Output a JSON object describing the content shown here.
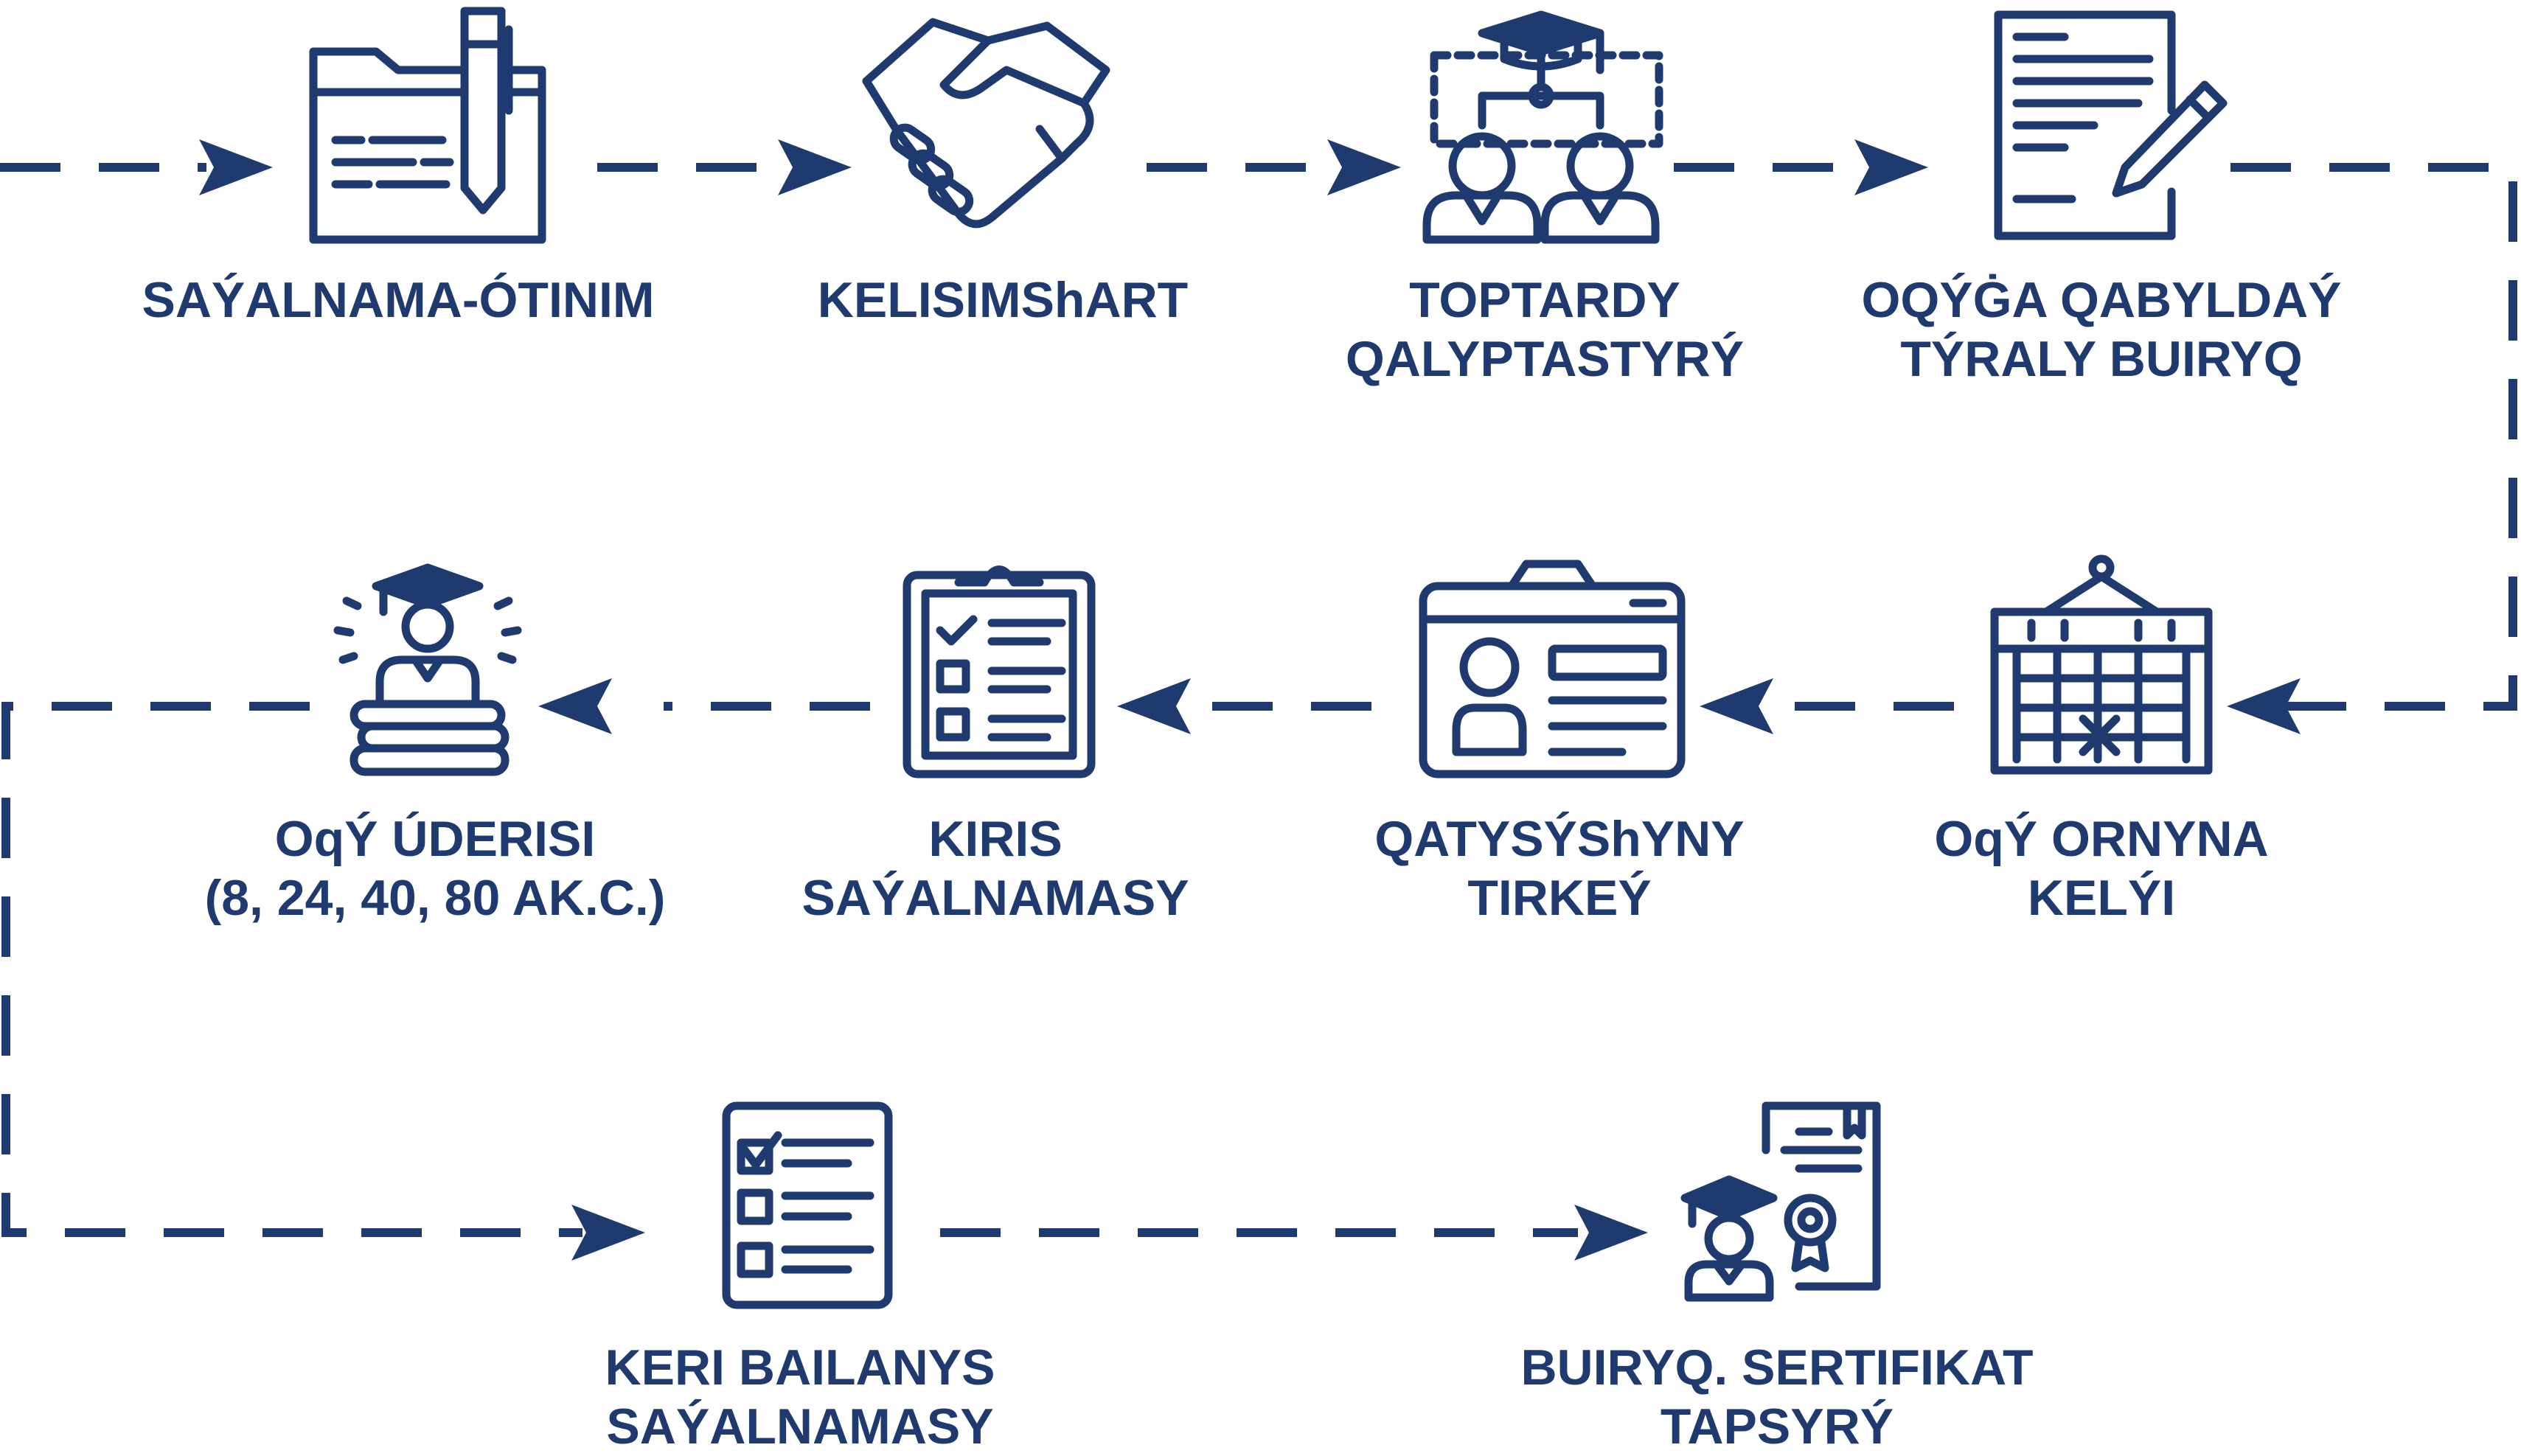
{
  "colors": {
    "primary": "#1f3a6f"
  },
  "steps": [
    {
      "id": "step-1",
      "icon": "folder-pen-icon",
      "lines": [
        "SAÝALNAMA-ÓTINIM"
      ]
    },
    {
      "id": "step-2",
      "icon": "handshake-icon",
      "lines": [
        "KELISIMShART"
      ]
    },
    {
      "id": "step-3",
      "icon": "group-team-icon",
      "lines": [
        "TOPTARDY",
        "QALYPTASTYRÝ"
      ]
    },
    {
      "id": "step-4",
      "icon": "document-pen-icon",
      "lines": [
        "OQÝĠA QABYLDAÝ",
        "TÝRALY BUIRYQ"
      ]
    },
    {
      "id": "step-5",
      "icon": "calendar-icon",
      "lines": [
        "OqÝ ORNYNA",
        "KELÝI"
      ]
    },
    {
      "id": "step-6",
      "icon": "id-card-icon",
      "lines": [
        "QATYSÝShYNY",
        "TIRKEÝ"
      ]
    },
    {
      "id": "step-7",
      "icon": "clipboard-checklist-icon",
      "lines": [
        "KIRIS",
        "SAÝALNAMASY"
      ]
    },
    {
      "id": "step-8",
      "icon": "graduate-books-icon",
      "lines": [
        "OqÝ ÚDERISI",
        "(8, 24, 40, 80 AK.C.)"
      ]
    },
    {
      "id": "step-9",
      "icon": "checklist-form-icon",
      "lines": [
        "KERI BAILANYS",
        "SAÝALNAMASY"
      ]
    },
    {
      "id": "step-10",
      "icon": "certificate-graduate-icon",
      "lines": [
        "BUIRYQ. SERTIFIKAT",
        "TAPSYRÝ"
      ]
    }
  ]
}
